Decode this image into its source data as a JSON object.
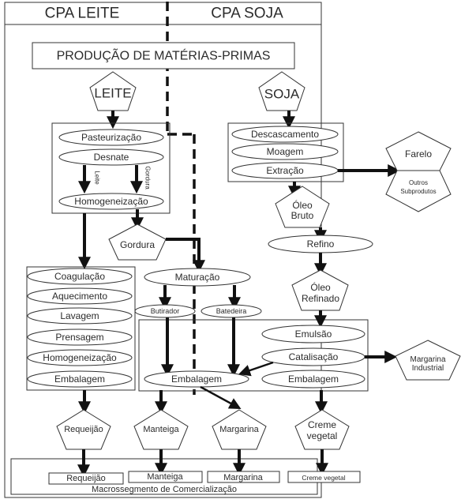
{
  "header": {
    "left_title": "CPA LEITE",
    "right_title": "CPA SOJA"
  },
  "production_banner": "PRODUÇÃO DE MATÉRIAS-PRIMAS",
  "leite_chain": {
    "raw_material": "LEITE",
    "processing_steps": [
      "Pasteurização",
      "Desnate",
      "Homogeneização"
    ],
    "branch_labels": {
      "left": "Leite",
      "right": "Gordura"
    },
    "byproduct": "Gordura",
    "requeijao_steps": [
      "Coagulação",
      "Aquecimento",
      "Lavagem",
      "Prensagem",
      "Homogeneização",
      "Embalagem"
    ],
    "butter_steps": {
      "maturation": "Maturação",
      "options": [
        "Butirador",
        "Batedeira"
      ],
      "packaging": "Embalagem"
    }
  },
  "soja_chain": {
    "raw_material": "SOJA",
    "processing_steps": [
      "Descascamento",
      "Moagem",
      "Extração"
    ],
    "side_products": {
      "top": "Farelo",
      "bottom": "Outros Subprodutos"
    },
    "crude_oil": "Óleo Bruto",
    "refining": "Refino",
    "refined_oil": "Óleo Refinado",
    "margarine_steps": [
      "Emulsão",
      "Catalisação",
      "Embalagem"
    ],
    "industrial_output": "Margarina Industrial"
  },
  "final_products": [
    "Requeijão",
    "Manteiga",
    "Margarina",
    "Creme vegetal"
  ],
  "commercialization": {
    "items": [
      "Requeijão",
      "Manteiga",
      "Margarina",
      "Creme vegetal"
    ],
    "label": "Macrossegmento de Comercialização"
  }
}
